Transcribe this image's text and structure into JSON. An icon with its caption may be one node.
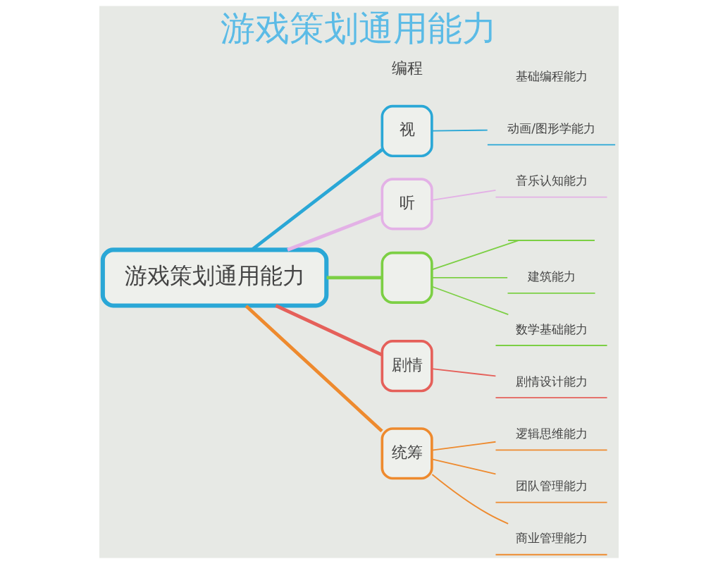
{
  "diagram": {
    "title": "游戏策划通用能力",
    "nodes": [
      {
        "text": [
          "游戏策划通用能力"
        ]
      },
      {
        "text": [
          "视"
        ]
      },
      {
        "text": [
          "动画/图形学能力"
        ]
      },
      {
        "text": [
          "听"
        ]
      },
      {
        "text": [
          "音乐认知能力"
        ]
      },
      {
        "text": [],
        "shape": "box"
      },
      {
        "text": [],
        "shape": "line"
      },
      {
        "text": [
          "建筑能力"
        ]
      },
      {
        "text": [
          "数学基础能力"
        ]
      },
      {
        "text": [
          "剧情"
        ]
      },
      {
        "text": [
          "剧情设计能力"
        ]
      },
      {
        "text": [
          "统筹"
        ]
      },
      {
        "text": [
          "逻辑思维能力"
        ]
      },
      {
        "text": [
          "团队管理能力"
        ]
      },
      {
        "text": [
          "商业管理能力"
        ]
      }
    ],
    "edges": [
      {
        "from": 0,
        "to": 1,
        "arrow": "none",
        "style": "thick",
        "color": "#2aa7d6"
      },
      {
        "from": 1,
        "to": 2,
        "arrow": "none",
        "color": "#2aa7d6"
      },
      {
        "from": 0,
        "to": 3,
        "arrow": "none",
        "style": "thick",
        "color": "#e3b1e6"
      },
      {
        "from": 3,
        "to": 4,
        "arrow": "none",
        "color": "#e3b1e6"
      },
      {
        "from": 0,
        "to": 5,
        "arrow": "none",
        "style": "thick",
        "color": "#7ccf44"
      },
      {
        "from": 5,
        "to": 6,
        "arrow": "none",
        "color": "#7ccf44"
      },
      {
        "from": 5,
        "to": 7,
        "arrow": "none",
        "color": "#7ccf44"
      },
      {
        "from": 5,
        "to": 8,
        "arrow": "none",
        "color": "#7ccf44"
      },
      {
        "from": 0,
        "to": 9,
        "arrow": "none",
        "style": "thick",
        "color": "#e5605a"
      },
      {
        "from": 9,
        "to": 10,
        "arrow": "none",
        "color": "#e5605a"
      },
      {
        "from": 0,
        "to": 11,
        "arrow": "none",
        "style": "thick",
        "color": "#ee8a2e"
      },
      {
        "from": 11,
        "to": 12,
        "arrow": "none",
        "color": "#ee8a2e"
      },
      {
        "from": 11,
        "to": 13,
        "arrow": "none",
        "color": "#ee8a2e"
      },
      {
        "from": 11,
        "to": 14,
        "arrow": "none",
        "color": "#ee8a2e"
      }
    ],
    "labels": [
      "编程",
      "基础编程能力"
    ]
  }
}
